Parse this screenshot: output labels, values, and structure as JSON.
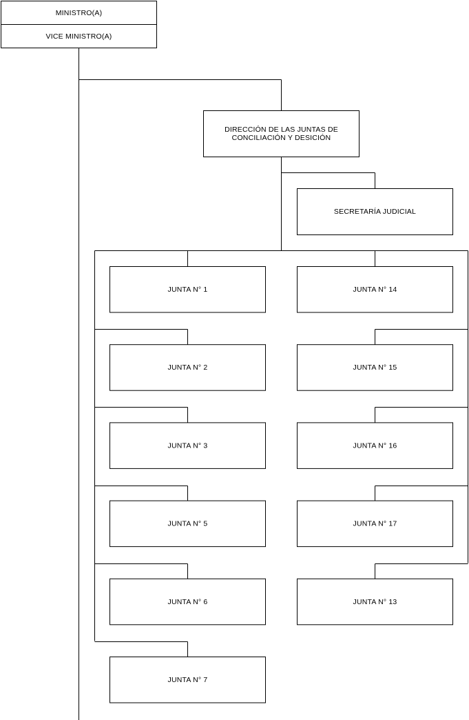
{
  "diagram": {
    "top": {
      "minister": "MINISTRO(A)",
      "vice_minister": "VICE MINISTRO(A)"
    },
    "direction": {
      "line1": "DIRECCIÓN DE LAS JUNTAS DE",
      "line2": "CONCILIACIÓN Y DESICIÓN"
    },
    "secretary": "SECRETARÍA JUDICIAL",
    "left_column": [
      "JUNTA N° 1",
      "JUNTA N° 2",
      "JUNTA N° 3",
      "JUNTA N° 5",
      "JUNTA N° 6",
      "JUNTA N° 7"
    ],
    "right_column": [
      "JUNTA N° 14",
      "JUNTA N° 15",
      "JUNTA N° 16",
      "JUNTA N° 17",
      "JUNTA N° 13"
    ]
  }
}
